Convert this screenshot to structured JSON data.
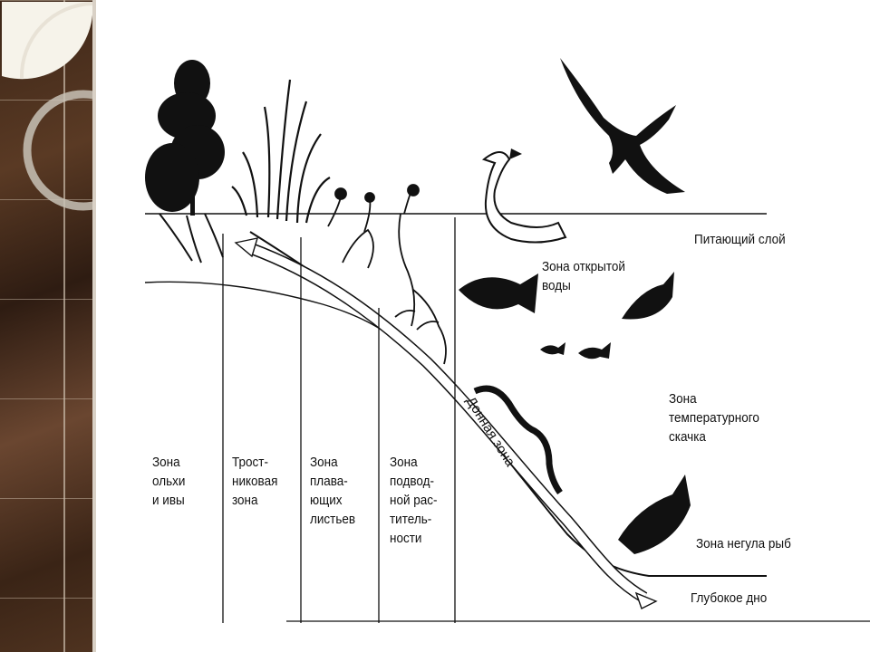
{
  "diagram": {
    "shore_zones": [
      "Зона\nольхи\nи ивы",
      "Трост-\nниковая\nзона",
      "Зона\nплава-\nющих\nлистьев",
      "Зона\nподвод-\nной рас-\nтитель-\nности"
    ],
    "open_water_labels": {
      "feeding_layer": "Питающий слой",
      "open_water_zone": "Зона открытой\nводы",
      "thermocline_zone": "Зона\nтемпературного\nскачка",
      "no_fish_zone": "Зона негула рыб",
      "deep_bottom": "Глубокое дно"
    },
    "bottom_zone": "Донная зона"
  },
  "icons": [
    "tree-icon",
    "reed-icon",
    "water-plant-icon",
    "eagle-icon",
    "grebe-icon",
    "fish-icon",
    "eel-icon"
  ]
}
